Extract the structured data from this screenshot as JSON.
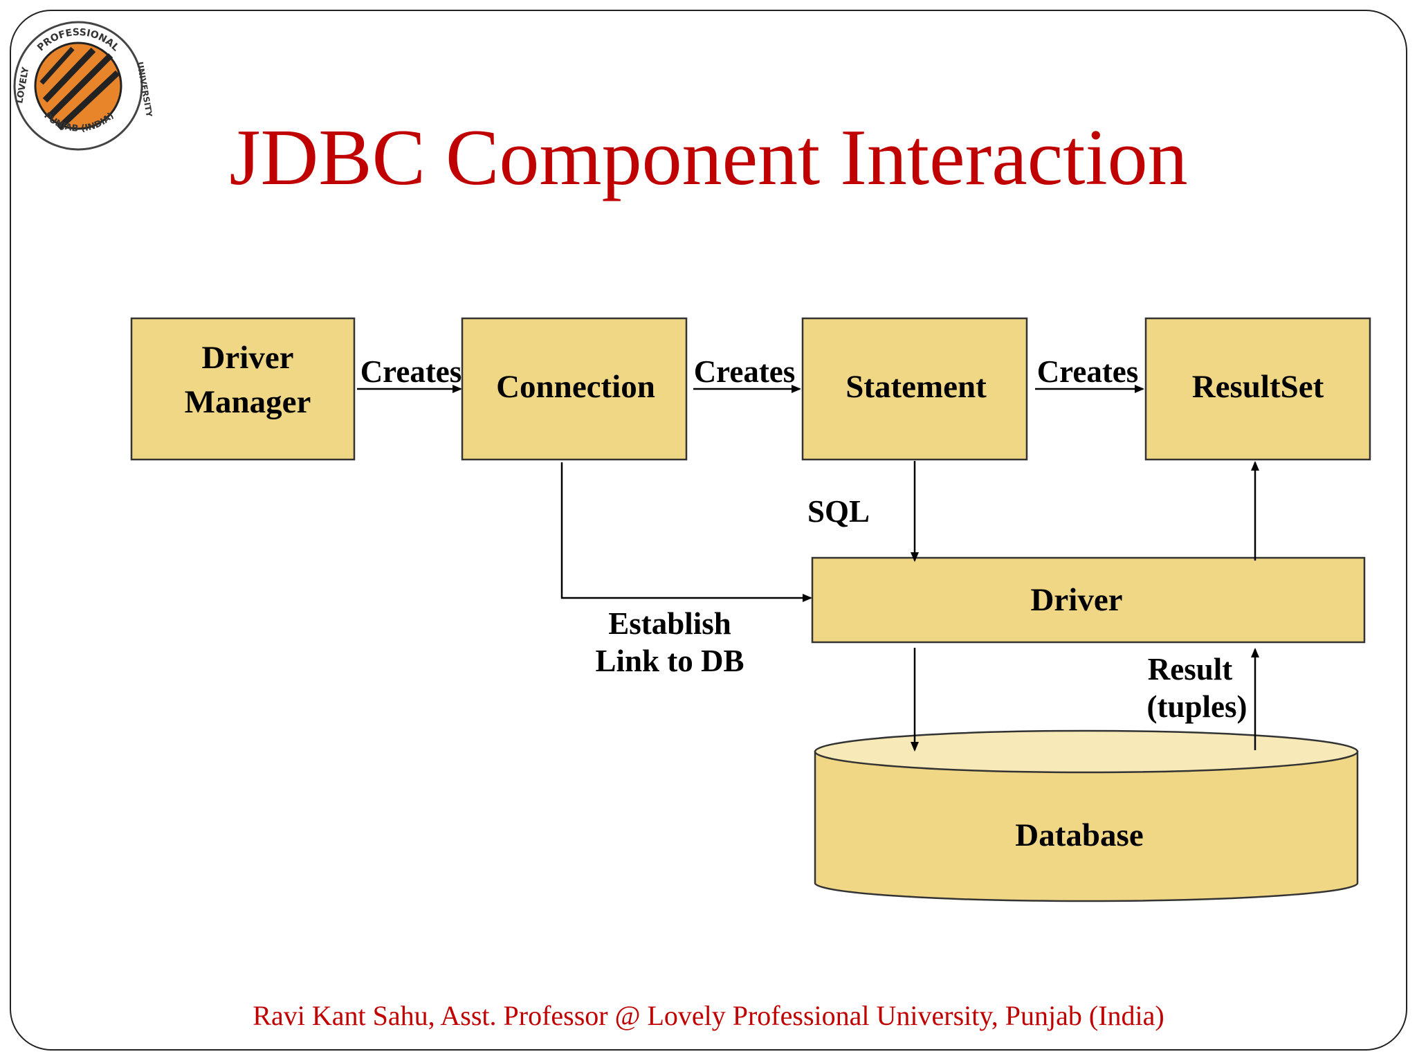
{
  "title": "JDBC Component Interaction",
  "footer": "Ravi Kant Sahu, Asst. Professor @ Lovely Professional University, Punjab (India)",
  "logo": {
    "text_top": "PROFESSIONAL",
    "text_left": "LOVELY",
    "text_right": "UNIVERSITY",
    "text_bottom": "PUNJAB (INDIA)",
    "colors": {
      "orange": "#e8842a",
      "dark": "#222222"
    }
  },
  "colors": {
    "title": "#c00000",
    "node_fill": "#f0d785",
    "node_stroke": "#333333"
  },
  "nodes": {
    "driver_manager": {
      "lines": [
        "Driver",
        "Manager"
      ]
    },
    "connection": {
      "label": "Connection"
    },
    "statement": {
      "label": "Statement"
    },
    "resultset": {
      "label": "ResultSet"
    },
    "driver": {
      "label": "Driver"
    },
    "database": {
      "label": "Database"
    }
  },
  "edges": {
    "dm_to_connection": {
      "label": "Creates"
    },
    "connection_to_statement": {
      "label": "Creates"
    },
    "statement_to_resultset": {
      "label": "Creates"
    },
    "statement_to_driver": {
      "label": "SQL"
    },
    "connection_to_driver": {
      "lines": [
        "Establish",
        "Link to DB"
      ]
    },
    "database_to_driver": {
      "lines": [
        "Result",
        "(tuples)"
      ]
    }
  }
}
